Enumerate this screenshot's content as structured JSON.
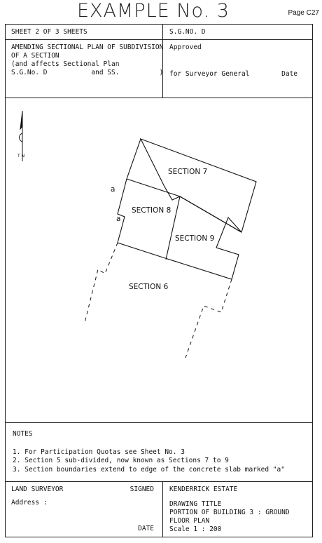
{
  "title": "EXAMPLE No. 3",
  "page_ref": "Page C27",
  "header": {
    "sheet": "SHEET 2 OF 3 SHEETS",
    "sg_no": "S.G.NO. D",
    "description": [
      "AMENDING SECTIONAL PLAN OF SUBDIVISION",
      "OF A SECTION",
      "(and affects Sectional Plan",
      "S.G.No. D           and SS.          )"
    ],
    "approved": "Approved",
    "for_surveyor": "for Surveyor General        Date"
  },
  "drawing": {
    "north_label": "T N",
    "sections": [
      "SECTION 7",
      "SECTION 8",
      "SECTION 9",
      "SECTION 6"
    ],
    "boundary_marker": "a"
  },
  "notes": {
    "heading": "NOTES",
    "items": [
      "1. For Participation Quotas see Sheet No. 3",
      "2. Section 5 sub-divided, now known as Sections 7 to 9",
      "3. Section boundaries extend to edge of the concrete slab marked \"a\""
    ]
  },
  "footer": {
    "land_surveyor": "LAND SURVEYOR",
    "signed": "SIGNED",
    "address": "Address :",
    "date": "DATE",
    "estate": "KENDERRICK ESTATE",
    "drawing_title": [
      "DRAWING TITLE",
      "PORTION OF BUILDING 3 : GROUND",
      "FLOOR PLAN"
    ],
    "scale": "Scale 1 : 200"
  }
}
